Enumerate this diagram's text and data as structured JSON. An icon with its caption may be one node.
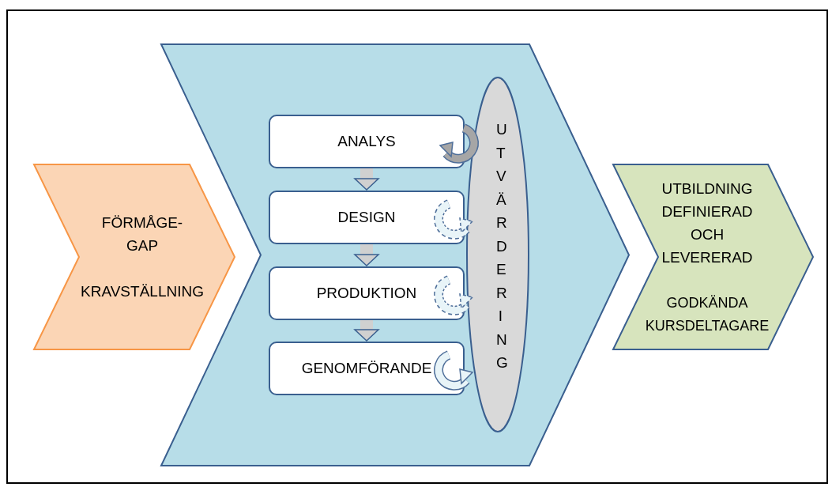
{
  "diagram": {
    "nodes": [
      {
        "text": [
          "FÖRMÅGE- GAP",
          "KRAVSTÄLLNING"
        ]
      },
      {
        "text": [],
        "shape": "chevron"
      },
      {
        "text": [
          "ANALYS"
        ],
        "in": 1
      },
      {
        "text": [
          "DESIGN"
        ],
        "in": 1
      },
      {
        "text": [
          "PRODUKTION"
        ],
        "in": 1
      },
      {
        "text": [
          "GENOMFÖRANDE"
        ],
        "in": 1
      },
      {
        "text": [
          "UTVÄRDERING"
        ],
        "in": 1
      },
      {
        "text": [
          "UTBILDNING DEFINIERAD OCH LEVERERAD",
          "GODKÄNDA KURSDELTAGARE"
        ]
      }
    ],
    "edges": [
      {
        "from": 2,
        "to": 3,
        "arrow": "to"
      },
      {
        "from": 3,
        "to": 4,
        "arrow": "to"
      },
      {
        "from": 4,
        "to": 5,
        "arrow": "to"
      }
    ]
  }
}
